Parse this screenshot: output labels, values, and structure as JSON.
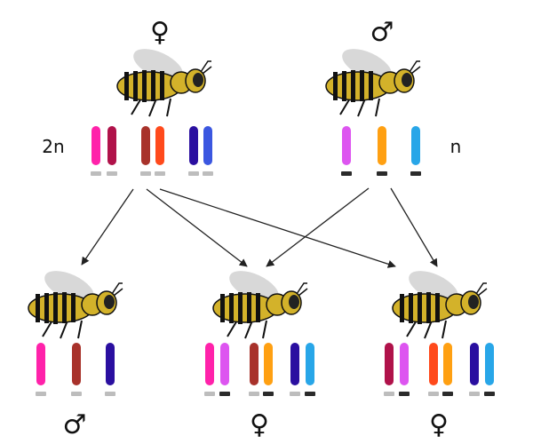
{
  "labels": {
    "queen_symbol": "♀",
    "drone_symbol": "♂",
    "queen_ploidy": "2n",
    "drone_ploidy": "n",
    "offspring_left_symbol": "♂",
    "offspring_middle_symbol": "♀",
    "offspring_right_symbol": "♀"
  },
  "colors": {
    "magenta": "#ff22aa",
    "crimson": "#b0124a",
    "brown_red": "#a8322b",
    "orange_red": "#ff4a1c",
    "indigo": "#2a0fa0",
    "blue": "#3b57e0",
    "violet": "#dd55f0",
    "orange": "#ffa012",
    "sky_blue": "#28a6e8",
    "maternal_centromere": "#bdbdbd",
    "paternal_centromere": "#2b2b2b",
    "bee_body": "#d3b22a",
    "bee_stripe": "#111111",
    "bee_wing": "#d8d8d8",
    "arrow": "#222222"
  },
  "bees": [
    {
      "id": "queen",
      "role": "parent"
    },
    {
      "id": "drone",
      "role": "parent"
    },
    {
      "id": "son",
      "role": "offspring"
    },
    {
      "id": "daughter-1",
      "role": "offspring"
    },
    {
      "id": "daughter-2",
      "role": "offspring"
    }
  ],
  "chromosome_sets": {
    "queen": [
      "magenta",
      "crimson",
      "brown_red",
      "orange_red",
      "indigo",
      "blue"
    ],
    "drone": [
      "violet",
      "orange",
      "sky_blue"
    ],
    "son": [
      "magenta",
      "brown_red",
      "indigo"
    ],
    "daughter_1": [
      "magenta",
      "violet",
      "brown_red",
      "orange",
      "indigo",
      "sky_blue"
    ],
    "daughter_2": [
      "crimson",
      "violet",
      "orange_red",
      "orange",
      "indigo",
      "sky_blue"
    ]
  }
}
